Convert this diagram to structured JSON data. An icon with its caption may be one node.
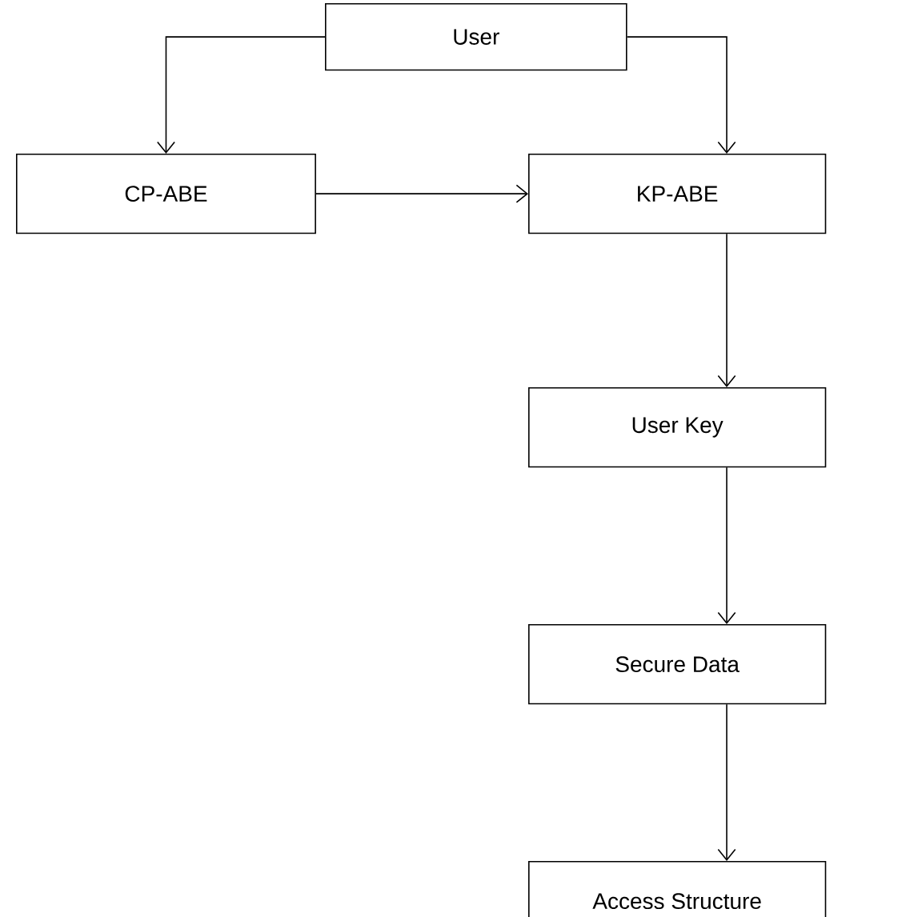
{
  "diagram": {
    "nodes": [
      {
        "text": [
          "User"
        ]
      },
      {
        "text": [
          "CP-ABE"
        ]
      },
      {
        "text": [
          "KP-ABE"
        ]
      },
      {
        "text": [
          "User Key"
        ]
      },
      {
        "text": [
          "Secure Data"
        ]
      },
      {
        "text": [
          "Access Structure"
        ]
      }
    ],
    "edges": [
      {
        "from": 0,
        "to": 1,
        "arrow": "to"
      },
      {
        "from": 0,
        "to": 2,
        "arrow": "to"
      },
      {
        "from": 1,
        "to": 2,
        "arrow": "to"
      },
      {
        "from": 2,
        "to": 3,
        "arrow": "to"
      },
      {
        "from": 3,
        "to": 4,
        "arrow": "to"
      },
      {
        "from": 4,
        "to": 5,
        "arrow": "to"
      }
    ]
  }
}
